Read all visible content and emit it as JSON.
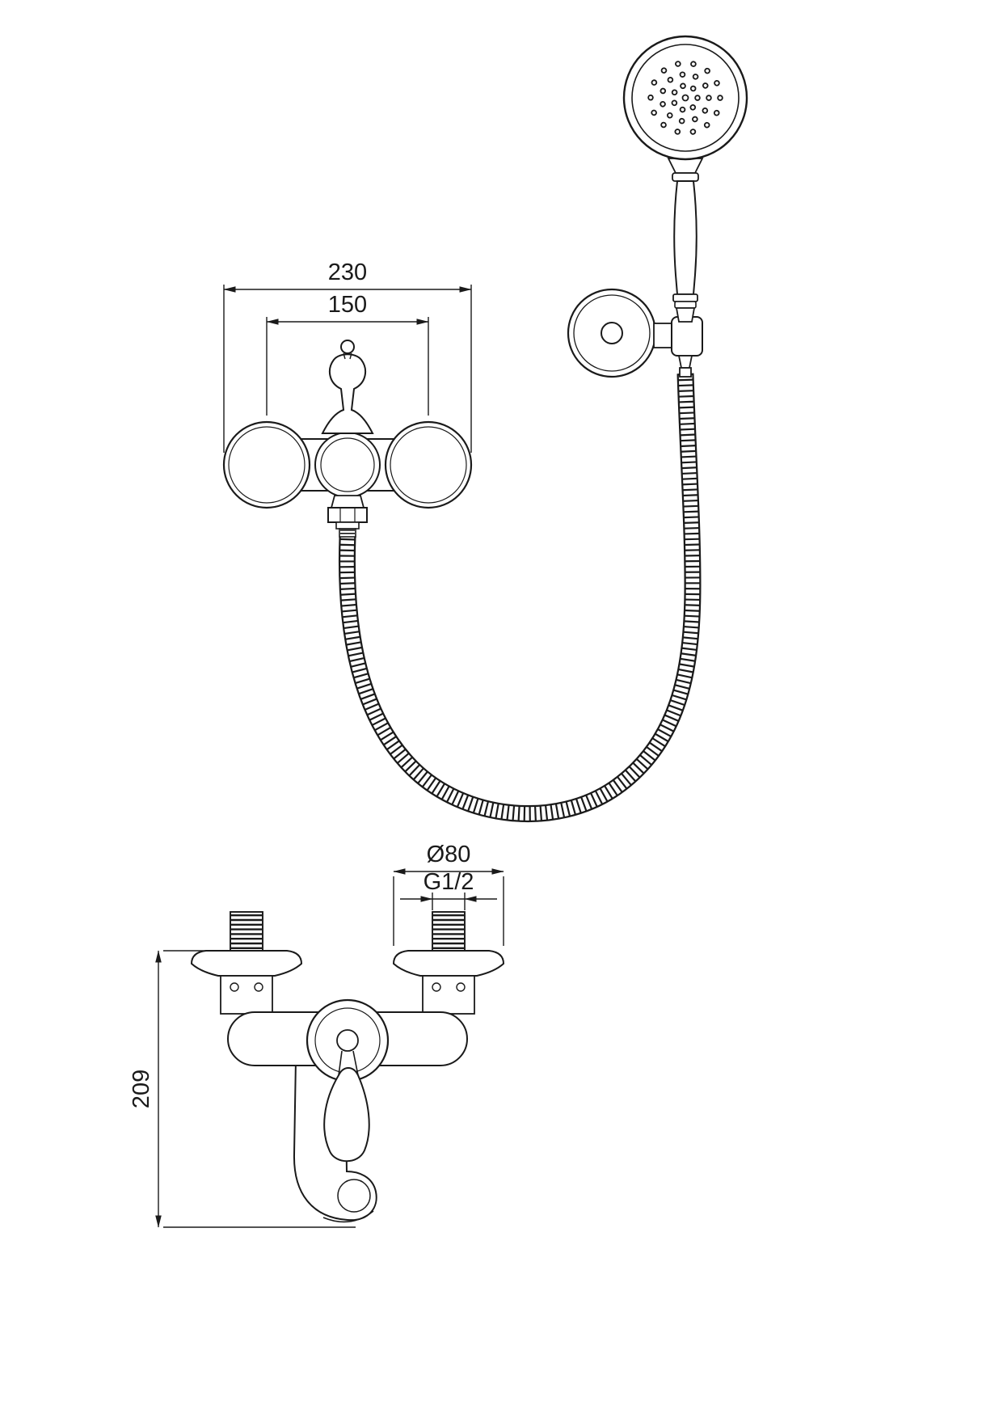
{
  "page": {
    "title": "Wall-mounted shower mixer with hand shower — technical dimension drawing",
    "background": "#ffffff",
    "line_color": "#1a1a1a"
  },
  "dimensions": {
    "overall_width": "230",
    "port_spacing": "150",
    "flange_diameter": "Ø80",
    "thread_size": "G1/2",
    "height": "209"
  }
}
